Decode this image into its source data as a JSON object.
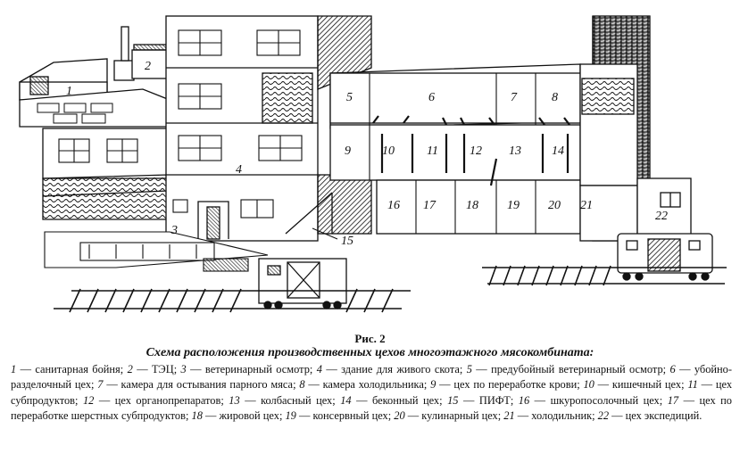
{
  "figure": {
    "title": "Рис. 2",
    "subtitle": "Схема расположения производственных цехов многоэтажного мясокомбината:"
  },
  "callouts": [
    "1",
    "2",
    "3",
    "4",
    "5",
    "6",
    "7",
    "8",
    "9",
    "10",
    "11",
    "12",
    "13",
    "14",
    "15",
    "16",
    "17",
    "18",
    "19",
    "20",
    "21",
    "22"
  ],
  "legend": [
    {
      "num": "1",
      "text": "санитарная бойня"
    },
    {
      "num": "2",
      "text": "ТЭЦ"
    },
    {
      "num": "3",
      "text": "ветеринарный осмотр"
    },
    {
      "num": "4",
      "text": "здание для живого скота"
    },
    {
      "num": "5",
      "text": "предубойный ветеринарный осмотр"
    },
    {
      "num": "6",
      "text": "убойно-разделочный цех"
    },
    {
      "num": "7",
      "text": "камера для остывания парного мяса"
    },
    {
      "num": "8",
      "text": "камера холодильника"
    },
    {
      "num": "9",
      "text": "цех по переработке крови"
    },
    {
      "num": "10",
      "text": "кишечный цех"
    },
    {
      "num": "11",
      "text": "цех субпродуктов"
    },
    {
      "num": "12",
      "text": "цех органопрепаратов"
    },
    {
      "num": "13",
      "text": "колбасный цех"
    },
    {
      "num": "14",
      "text": "беконный цех"
    },
    {
      "num": "15",
      "text": "ПИФТ"
    },
    {
      "num": "16",
      "text": "шкуропосолочный цех"
    },
    {
      "num": "17",
      "text": "цех по переработке шерстных субпродуктов"
    },
    {
      "num": "18",
      "text": "жировой цех"
    },
    {
      "num": "19",
      "text": "консервный цех"
    },
    {
      "num": "20",
      "text": "кулинарный цех"
    },
    {
      "num": "21",
      "text": "холодильник"
    },
    {
      "num": "22",
      "text": "цех экспедиций"
    }
  ]
}
